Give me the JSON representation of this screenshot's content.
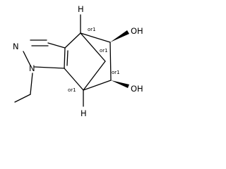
{
  "molecule": {
    "atom_labels": {
      "n_ring": "N",
      "n_ethyl": "N",
      "oh_top": "OH",
      "oh_bottom": "OH",
      "h_top": "H",
      "h_bottom": "H"
    },
    "stereo_labels": {
      "or1_top_bridgehead": "or1",
      "or1_carbinol_top": "or1",
      "or1_carbinol_bottom": "or1",
      "or1_bottom_bridgehead": "or1"
    },
    "colors": {
      "ink": "#000000",
      "background": "#ffffff"
    }
  }
}
